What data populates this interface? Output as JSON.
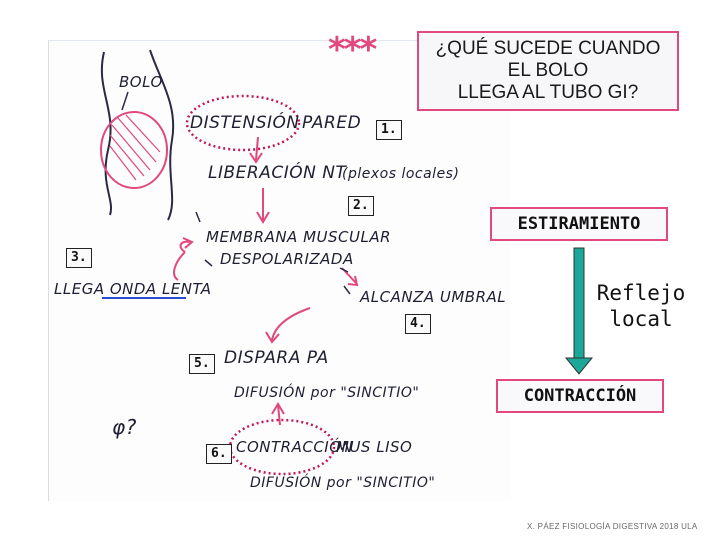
{
  "title": "¿QUÉ SUCEDE CUANDO\nEL BOLO\nLLEGA AL TUBO GI?",
  "stars": "***",
  "bolus_label": "BOLO",
  "steps": {
    "distension": "DISTENSIÓN",
    "pared": "PARED",
    "liberacion": "LIBERACIÓN  NT",
    "plexos": "(plexos locales)",
    "membrana": "MEMBRANA MUSCULAR",
    "despolarizada": "DESPOLARIZADA",
    "llega_onda": "LLEGA ONDA LENTA",
    "alcanza": "ALCANZA UMBRAL",
    "dispara": "DISPARA PA",
    "difusion1": "DIFUSIÓN por \"SINCITIO\"",
    "contraccion": "CONTRACCIÓN",
    "mus_liso": "MUS LISO",
    "difusion2": "DIFUSIÓN por \"SINCITIO\"",
    "phi": "φ?"
  },
  "numbers": [
    "1.",
    "2.",
    "3.",
    "4.",
    "5.",
    "6."
  ],
  "estiramiento": "ESTIRAMIENTO",
  "reflejo": "Reflejo local",
  "contraccion_box": "CONTRACCIÓN",
  "footer": "X. PÁEZ   FISIOLOGÍA DIGESTIVA 2018 ULA",
  "colors": {
    "accent_pink": "#e0487e",
    "arrow_teal": "#1ba89a",
    "ink": "#1f1f33",
    "underline_blue": "#2a4bd7"
  }
}
